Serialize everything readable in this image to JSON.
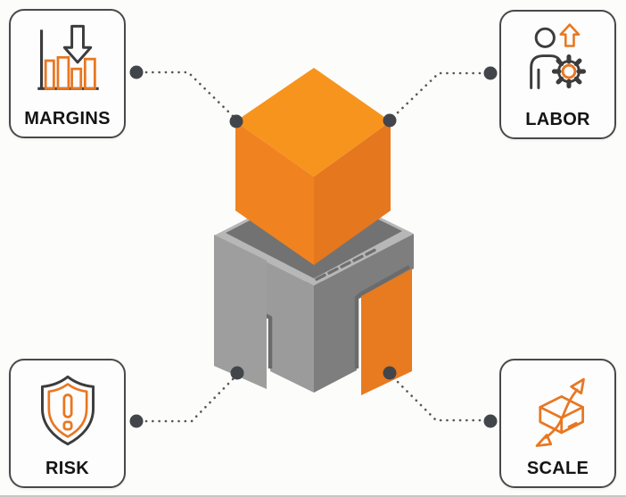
{
  "cards": [
    {
      "id": "margins",
      "label": "MARGINS",
      "icon": "bar-chart-decline-icon"
    },
    {
      "id": "labor",
      "label": "LABOR",
      "icon": "worker-gear-growth-icon"
    },
    {
      "id": "risk",
      "label": "RISK",
      "icon": "shield-alert-icon"
    },
    {
      "id": "scale",
      "label": "SCALE",
      "icon": "box-expand-arrows-icon"
    }
  ],
  "center": {
    "description": "orange cube stacked on gray machine base",
    "connection_points": 4
  },
  "colors": {
    "cube_top": "#F7941E",
    "cube_left": "#F08320",
    "cube_right": "#E5771E",
    "rim_light": "#b7b7b7",
    "rim_dark": "#727272",
    "body_left": "#9b9b9b",
    "body_right": "#7e7e7e",
    "door_left": "#9e9e9e",
    "door_right_orange": "#E87A1F",
    "seam": "#6b6b6b",
    "vent": "#6f6f6f",
    "front_step": "#a2a2a2",
    "dot": "#42464b",
    "dotted_line": "#575757",
    "icon_dark": "#3c3c3c",
    "icon_orange": "#E87722",
    "card_border": "#494949",
    "card_bg": "#fdfdfd",
    "page_bg": "#fcfcfb",
    "label_color": "#141414"
  }
}
